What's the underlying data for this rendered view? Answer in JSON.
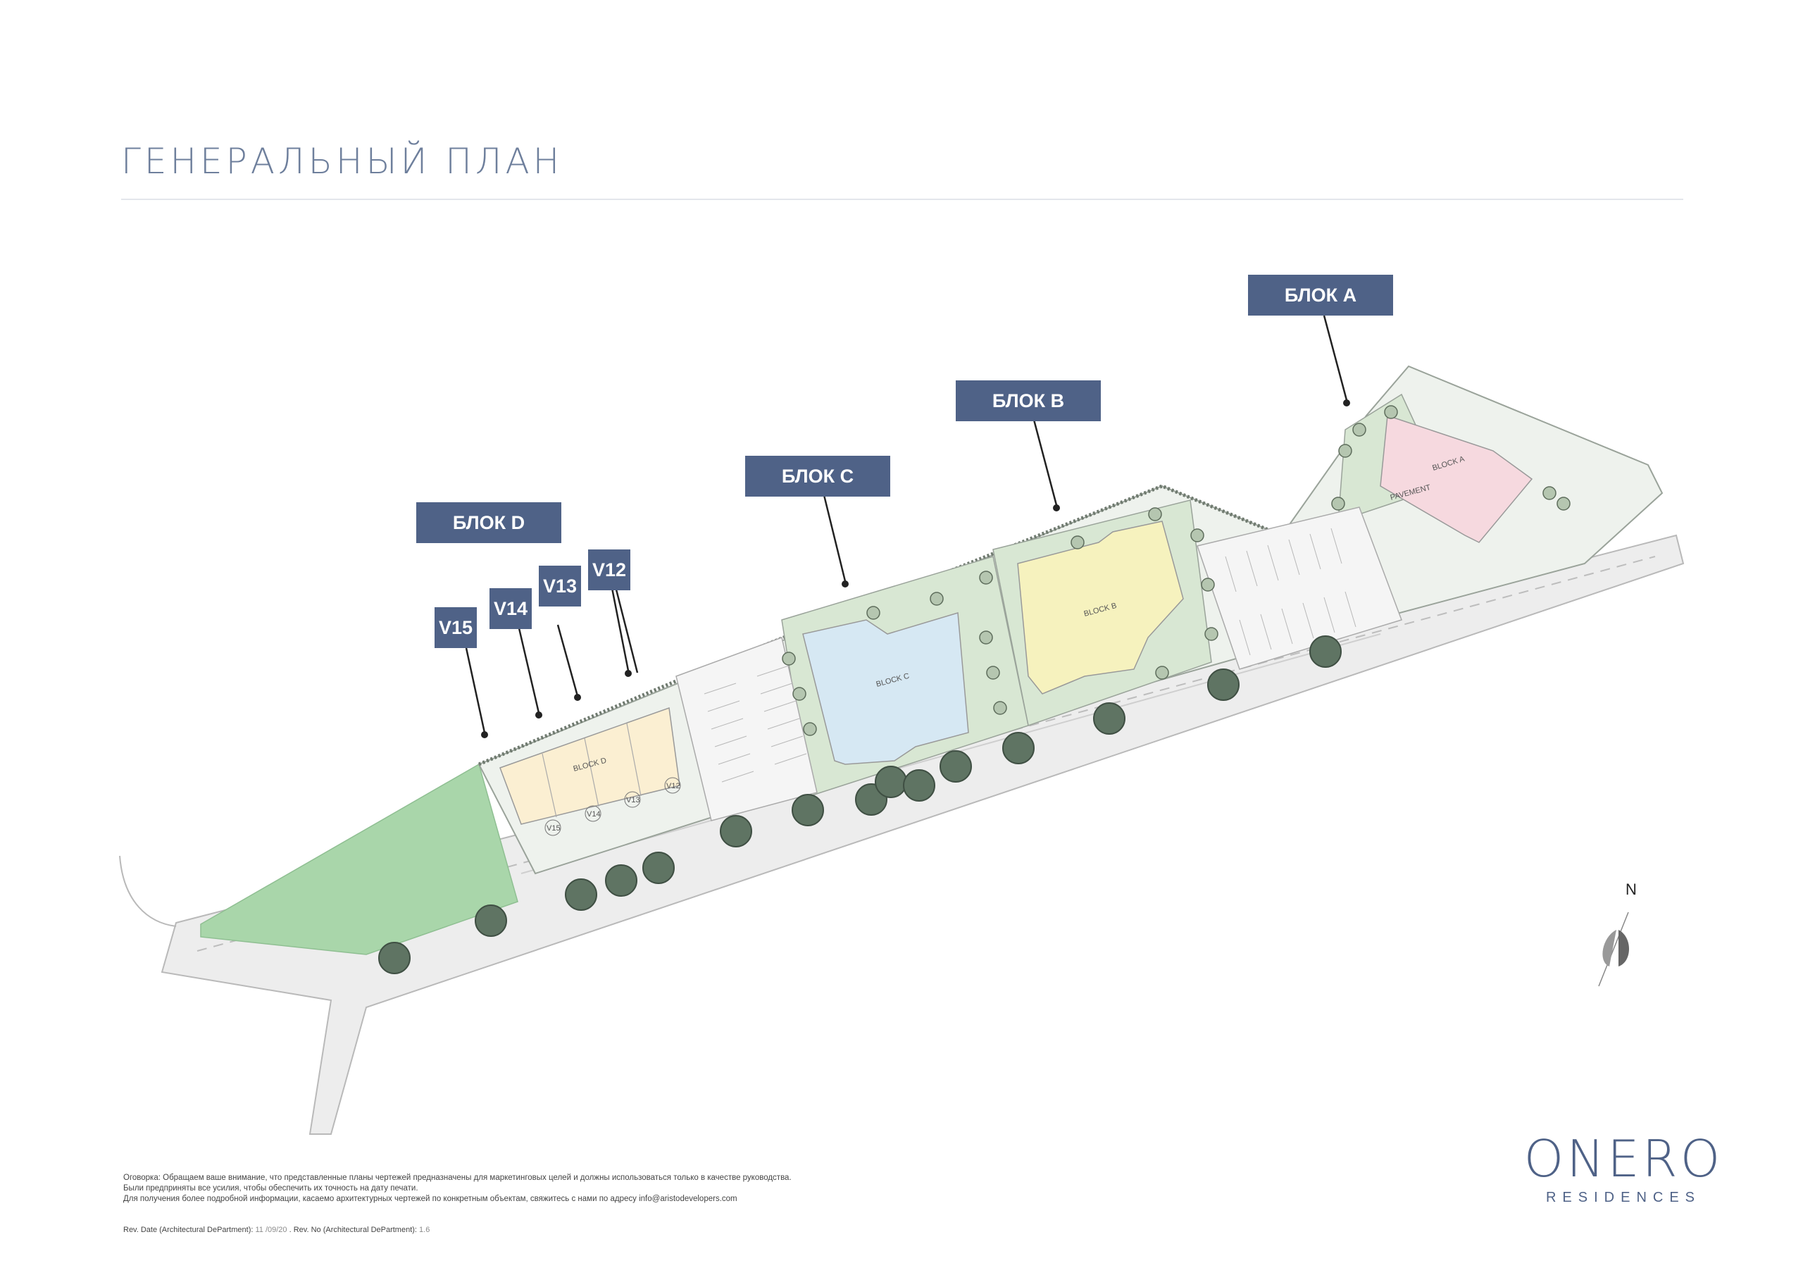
{
  "page": {
    "title": "ГЕНЕРАЛЬНЫЙ ПЛАН"
  },
  "callouts": {
    "block_a": "БЛОК A",
    "block_b": "БЛОК B",
    "block_c": "БЛОК C",
    "block_d": "БЛОК D",
    "v12": "V12",
    "v13": "V13",
    "v14": "V14",
    "v15": "V15"
  },
  "plan_labels": {
    "block_a": "BLOCK A",
    "block_b": "BLOCK B",
    "block_c": "BLOCK C",
    "block_d": "BLOCK D",
    "pavement": "PAVEMENT",
    "villa_v12": "V12",
    "villa_v13": "V13",
    "villa_v14": "V14",
    "villa_v15": "V15"
  },
  "compass": {
    "north_label": "N"
  },
  "disclaimer": {
    "line1": "Оговорка: Обращаем ваше внимание, что представленные планы чертежей предназначены для маркетинговых целей и должны использоваться только в качестве руководства.",
    "line2": "Были предприняты все усилия, чтобы обеспечить их точность на дату печати.",
    "line3": "Для получения более подробной информации, касаемо архитектурных чертежей по конкретным объектам, свяжитесь с нами по адресу info@aristodevelopers.com"
  },
  "revision": {
    "date_label": "Rev. Date (Architectural DePartment):",
    "date_value": "11 /09/20",
    "separator": ".",
    "no_label": "Rev. No (Architectural DePartment):",
    "no_value": "1.6"
  },
  "logo": {
    "main": "ONERO",
    "sub": "RESIDENCES"
  },
  "colors": {
    "callout": "#4f6287",
    "block_a": "#f6d9df",
    "block_b": "#f6f2be",
    "block_c": "#d6e8f3",
    "block_d": "#fbefd2",
    "green_area": "#a9d6aa",
    "landscape": "#d8e7d3",
    "road": "#ececec"
  }
}
